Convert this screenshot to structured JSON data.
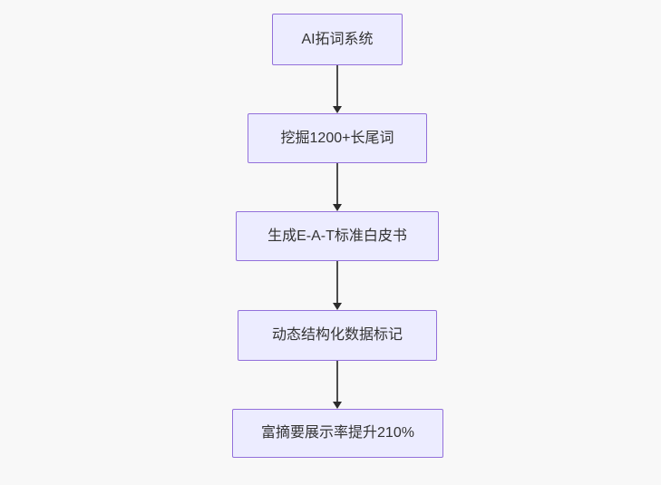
{
  "flowchart": {
    "kind": "flowchart",
    "direction": "top-down",
    "nodes": [
      {
        "id": 1,
        "label": "AI拓词系统"
      },
      {
        "id": 2,
        "label": "挖掘1200+长尾词"
      },
      {
        "id": 3,
        "label": "生成E-A-T标准白皮书"
      },
      {
        "id": 4,
        "label": "动态结构化数据标记"
      },
      {
        "id": 5,
        "label": "富摘要展示率提升210%"
      }
    ],
    "edges": [
      {
        "from": 1,
        "to": 2,
        "style": "arrow-down",
        "label": ""
      },
      {
        "from": 2,
        "to": 3,
        "style": "arrow-down",
        "label": ""
      },
      {
        "from": 3,
        "to": 4,
        "style": "arrow-down",
        "label": ""
      },
      {
        "from": 4,
        "to": 5,
        "style": "arrow-down",
        "label": ""
      }
    ],
    "colors": {
      "background": "#f8f8f8",
      "node_fill": "#ececff",
      "node_border": "#9370db",
      "edge_line": "#4d4d4d",
      "arrow_fill": "#2b2b2b",
      "text": "#333333"
    }
  }
}
